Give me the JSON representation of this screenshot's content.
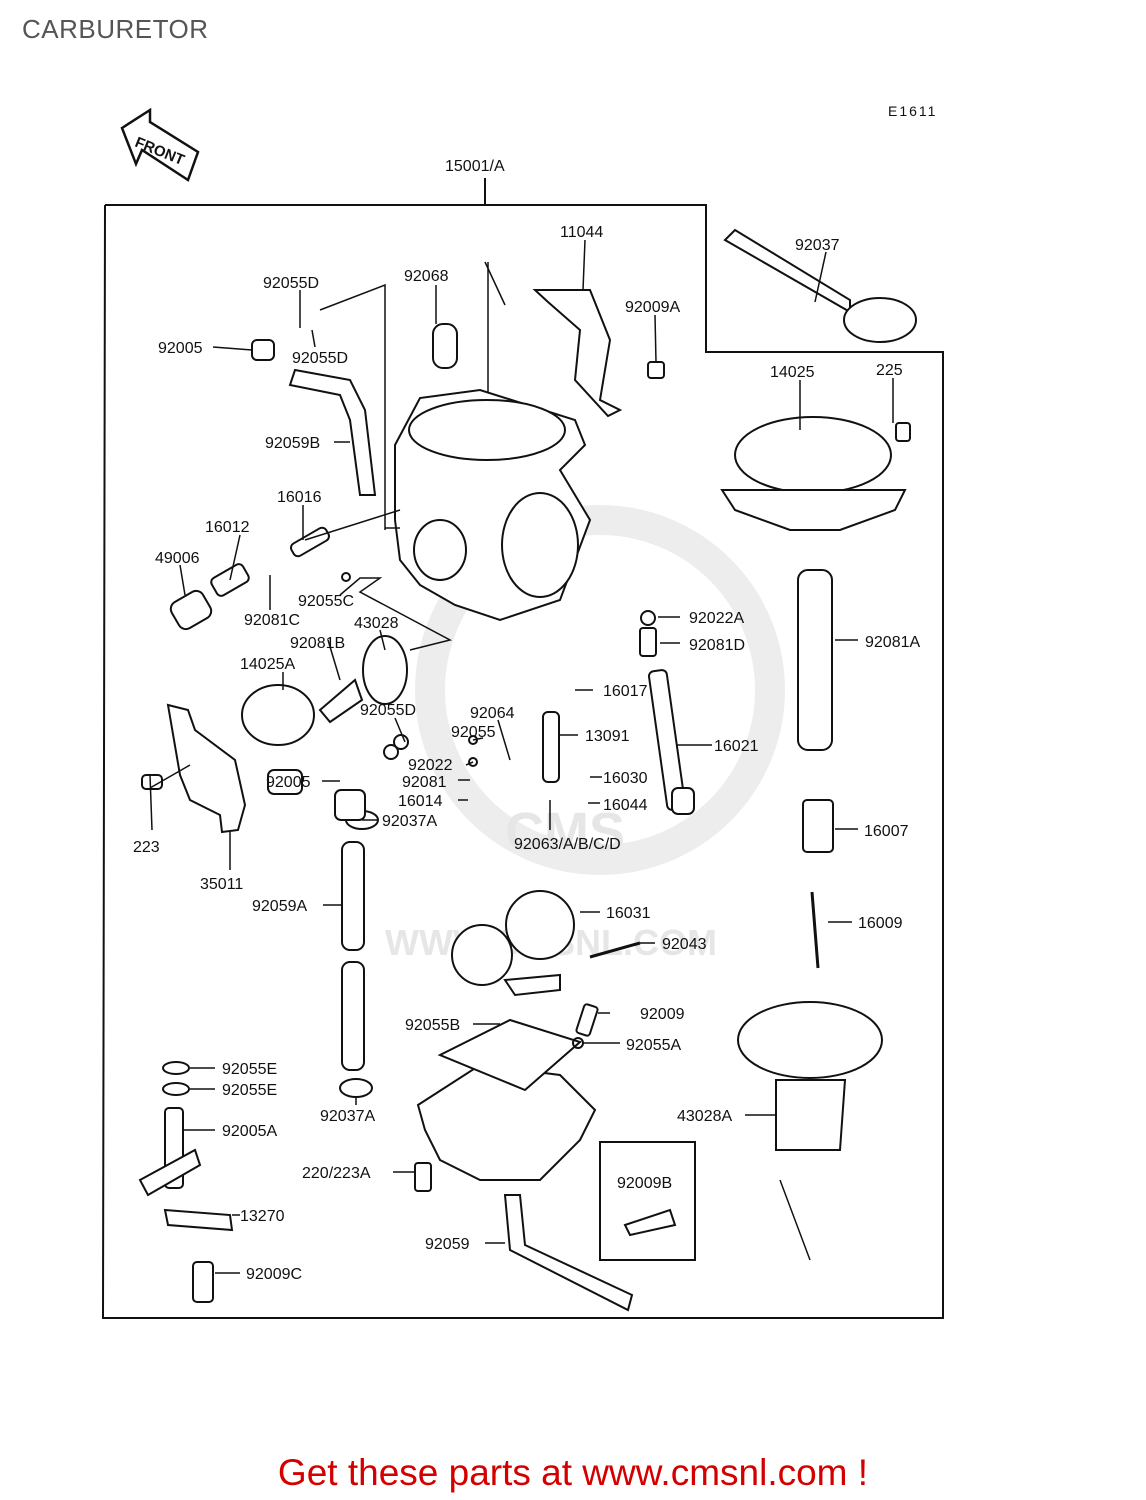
{
  "page": {
    "title": "CARBURETOR",
    "footer_cta": "Get these parts at www.cmsnl.com !"
  },
  "diagram": {
    "code": "E1611",
    "front_label": "FRONT",
    "assembly_label": "15001/A",
    "watermark": {
      "brand": "CMS",
      "url": "WWW.CMSNL.COM"
    },
    "part_labels": [
      "11044",
      "92037",
      "92068",
      "92009A",
      "92055D",
      "92005",
      "92055D",
      "14025",
      "225",
      "92059B",
      "16016",
      "16012",
      "49006",
      "92081C",
      "92055C",
      "43028",
      "92081B",
      "14025A",
      "92022A",
      "92081D",
      "92081A",
      "16017",
      "92055D",
      "92064",
      "92055",
      "13091",
      "16021",
      "92022",
      "92005",
      "92081",
      "16030",
      "16014",
      "16044",
      "92037A",
      "223",
      "92063/A/B/C/D",
      "16007",
      "35011",
      "92059A",
      "16031",
      "16009",
      "92043",
      "92009",
      "92055B",
      "92055A",
      "92055E",
      "92055E",
      "92037A",
      "92005A",
      "43028A",
      "220/223A",
      "92009B",
      "13270",
      "92059",
      "92009C"
    ]
  },
  "colors": {
    "cta": "#d40000",
    "line": "#111111",
    "watermark": "#e6e6e6"
  }
}
